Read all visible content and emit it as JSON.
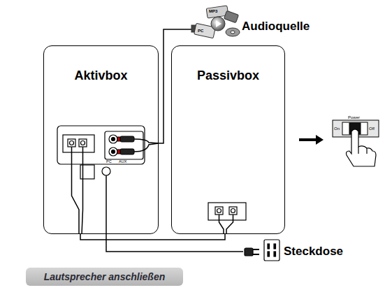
{
  "diagram": {
    "caption": "Lautsprecher anschließen",
    "nodes": [
      {
        "text": [
          "Aktivbox"
        ]
      },
      {
        "text": [
          "Passivbox"
        ]
      },
      {
        "text": [
          "Audioquelle"
        ]
      },
      {
        "text": [
          "Steckdose"
        ]
      }
    ],
    "edges": [
      {
        "from": 0,
        "to": 1,
        "arrow": "none"
      },
      {
        "from": 0,
        "to": 2,
        "arrow": "none"
      },
      {
        "from": 0,
        "to": 3,
        "arrow": "none"
      }
    ],
    "labels": [
      "MP3",
      "PC",
      "PC",
      "AUX",
      "Power",
      "On",
      "Off"
    ]
  }
}
